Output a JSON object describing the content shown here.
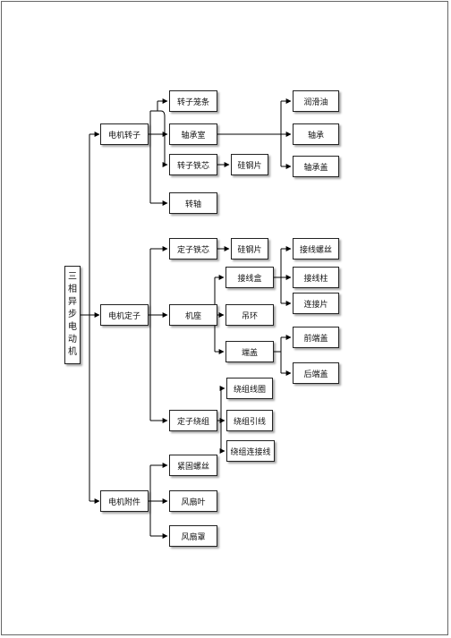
{
  "diagram": {
    "root": {
      "chars": [
        "三",
        "相",
        "异",
        "步",
        "电",
        "动",
        "机"
      ]
    },
    "level1": {
      "rotor": "电机转子",
      "stator": "电机定子",
      "accessory": "电机附件"
    },
    "rotor_parts": {
      "cage": "转子笼条",
      "bearing_chamber": "轴承室",
      "core": "转子铁芯",
      "shaft": "转轴"
    },
    "bearing_parts": {
      "grease": "润滑油",
      "bearing": "轴承",
      "cover": "轴承盖"
    },
    "rotor_core_part": "硅钢片",
    "stator_parts": {
      "core": "定子铁芯",
      "frame": "机座",
      "winding": "定子绕组"
    },
    "stator_core_part": "硅钢片",
    "frame_parts": {
      "junction_box": "接线盒",
      "lifting_ring": "吊环",
      "end_cover": "端盖"
    },
    "junction_box_parts": {
      "screw": "接线螺丝",
      "post": "接线柱",
      "plate": "连接片"
    },
    "end_cover_parts": {
      "front": "前端盖",
      "rear": "后端盖"
    },
    "winding_parts": {
      "coil": "绕组线圈",
      "lead": "绕组引线",
      "connection": "绕组连接线"
    },
    "accessory_parts": {
      "screw": "紧固螺丝",
      "fan": "风扇叶",
      "fan_cover": "风扇罩"
    }
  }
}
